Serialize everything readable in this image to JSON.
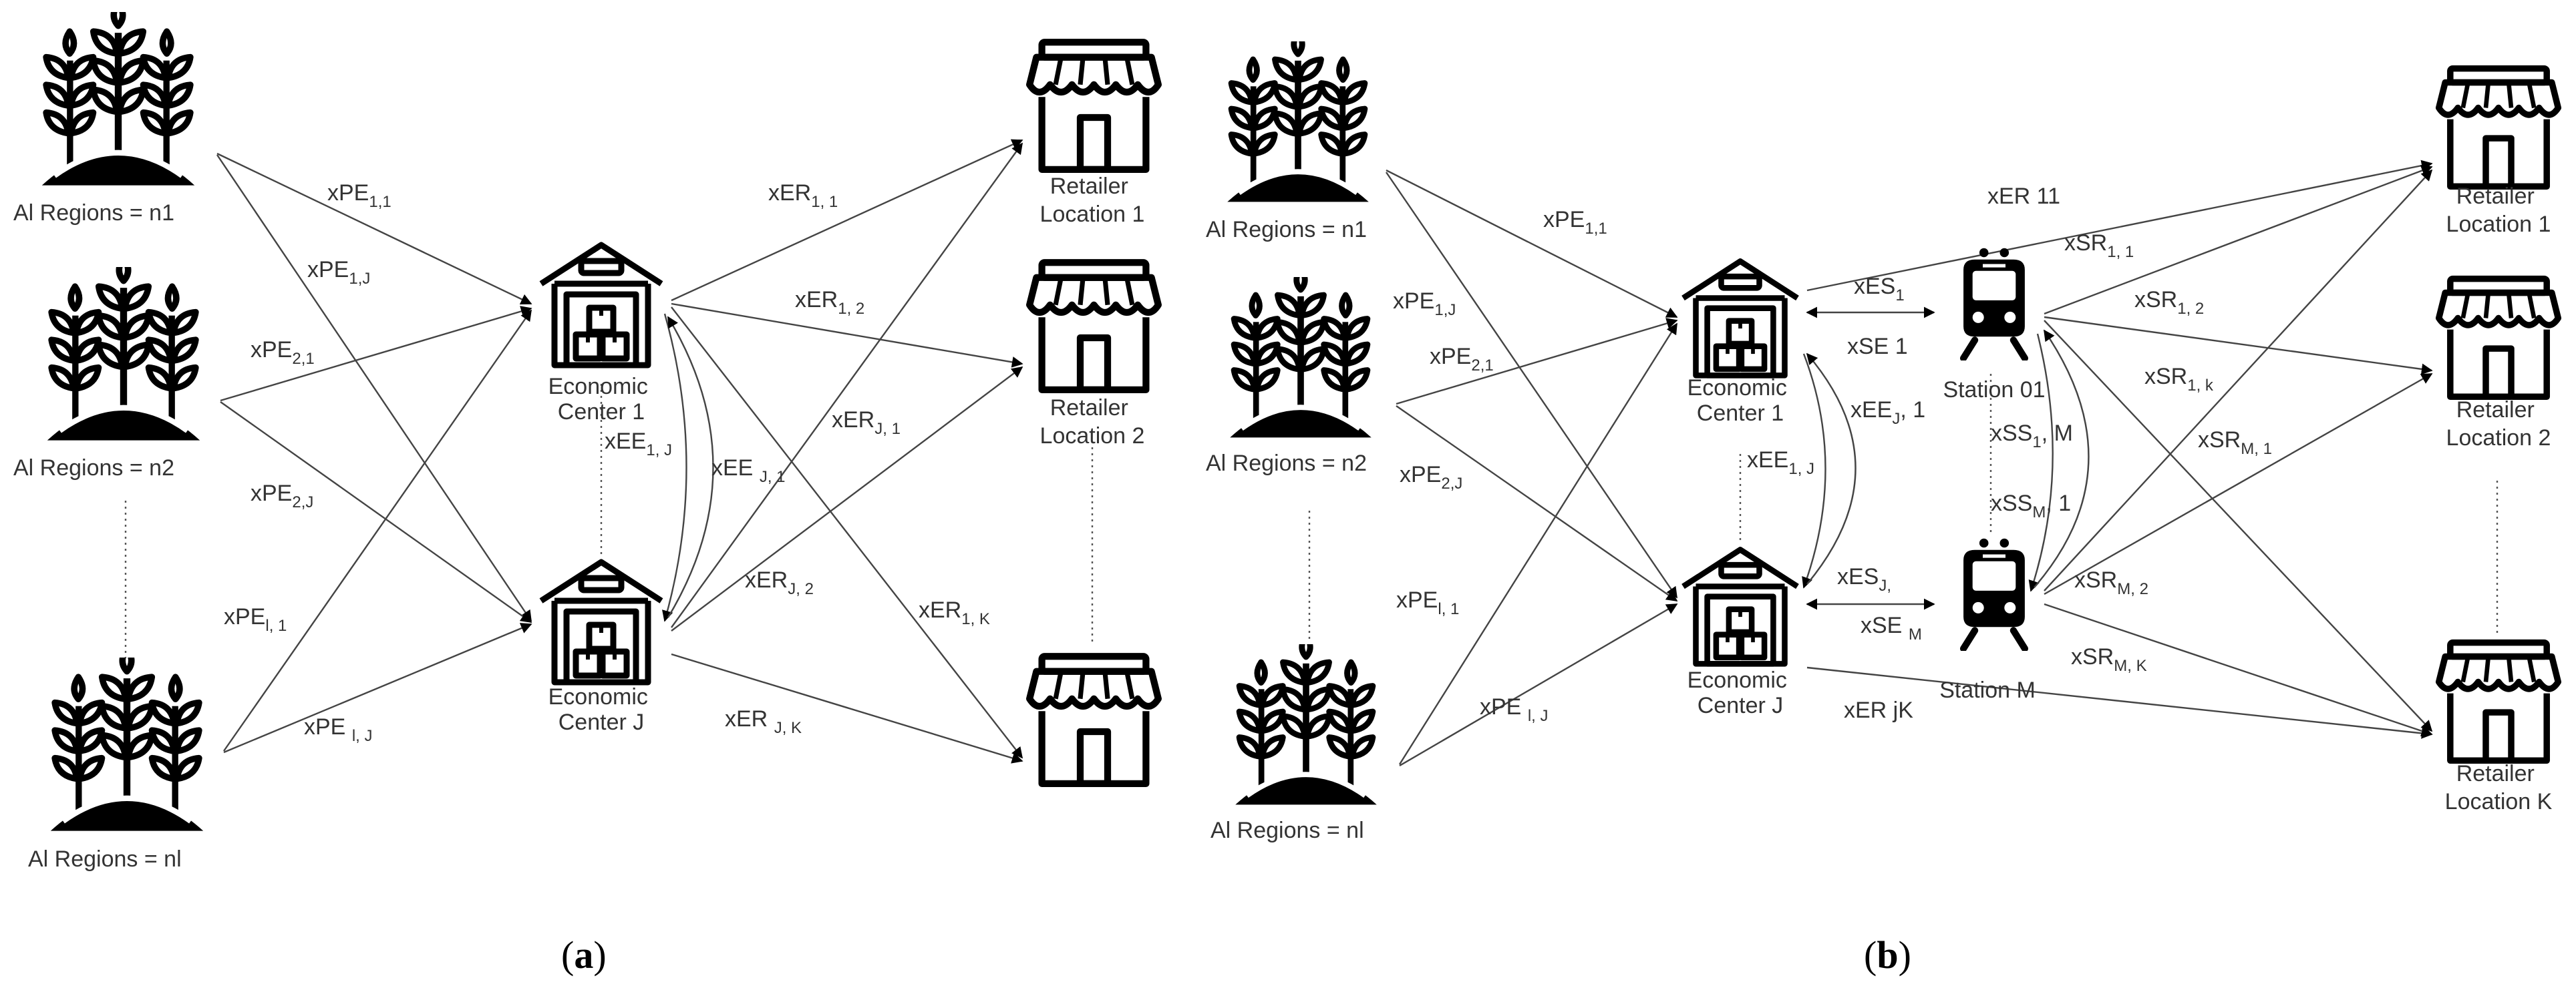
{
  "panel_a": {
    "nodes": {
      "region_1": "Al Regions = n1",
      "region_2": "Al Regions = n2",
      "region_l": "Al Regions = nl",
      "econ_1": [
        "Economic",
        "Center 1"
      ],
      "econ_j": [
        "Economic",
        "Center J"
      ],
      "retail_1": [
        "Retailer",
        "Location 1"
      ],
      "retail_2": [
        "Retailer",
        "Location 2"
      ]
    },
    "edges": [
      {
        "id": "pe11",
        "main": "xPE",
        "sub": "1,1",
        "rest": ""
      },
      {
        "id": "pe1j",
        "main": "xPE",
        "sub": "1,J",
        "rest": ""
      },
      {
        "id": "pe21",
        "main": "xPE",
        "sub": "2,1",
        "rest": ""
      },
      {
        "id": "pe2j",
        "main": "xPE",
        "sub": "2,J",
        "rest": ""
      },
      {
        "id": "pel1",
        "main": "xPE",
        "sub": "l, 1",
        "rest": ""
      },
      {
        "id": "pelj",
        "main": "xPE ",
        "sub": "l, J",
        "rest": ""
      },
      {
        "id": "er11",
        "main": "xER",
        "sub": "1, 1",
        "rest": ""
      },
      {
        "id": "er12",
        "main": "xER",
        "sub": "1, 2",
        "rest": ""
      },
      {
        "id": "erj1",
        "main": "xER",
        "sub": "J, 1",
        "rest": ""
      },
      {
        "id": "erj2",
        "main": "xER",
        "sub": "J, 2",
        "rest": ""
      },
      {
        "id": "er1k",
        "main": "xER",
        "sub": "1, K",
        "rest": ""
      },
      {
        "id": "erjk",
        "main": "xER ",
        "sub": "J, K",
        "rest": ""
      },
      {
        "id": "ee1j",
        "main": "xEE",
        "sub": "1, J",
        "rest": ""
      },
      {
        "id": "eej1",
        "main": "xEE ",
        "sub": "J, 1",
        "rest": ""
      }
    ],
    "caption": {
      "open": "(",
      "letter": "a",
      "close": ")"
    }
  },
  "panel_b": {
    "nodes": {
      "region_1": "Al Regions = n1",
      "region_2": "Al Regions = n2",
      "region_l": "Al Regions = nl",
      "econ_1": [
        "Economic",
        "Center 1"
      ],
      "econ_j": [
        "Economic",
        "Center J"
      ],
      "station_1": "Station 01",
      "station_m": "Station M",
      "retail_1": [
        "Retailer",
        "Location 1"
      ],
      "retail_2": [
        "Retailer",
        "Location 2"
      ],
      "retail_k": [
        "Retailer",
        "Location K"
      ]
    },
    "edges": [
      {
        "id": "pe11",
        "main": "xPE",
        "sub": "1,1",
        "rest": ""
      },
      {
        "id": "pe1j",
        "main": "xPE",
        "sub": "1,J",
        "rest": ""
      },
      {
        "id": "pe21",
        "main": "xPE",
        "sub": "2,1",
        "rest": ""
      },
      {
        "id": "pe2j",
        "main": "xPE",
        "sub": "2,J",
        "rest": ""
      },
      {
        "id": "pel1",
        "main": "xPE",
        "sub": "l, 1",
        "rest": ""
      },
      {
        "id": "pelj",
        "main": "xPE ",
        "sub": "l, J",
        "rest": ""
      },
      {
        "id": "er11",
        "main": "xER 11",
        "sub": "",
        "rest": ""
      },
      {
        "id": "erjk",
        "main": "xER jK",
        "sub": "",
        "rest": ""
      },
      {
        "id": "es1",
        "main": "xES",
        "sub": "1",
        "rest": ""
      },
      {
        "id": "se1",
        "main": "xSE 1",
        "sub": "",
        "rest": ""
      },
      {
        "id": "esj",
        "main": "xES",
        "sub": "J,",
        "rest": ""
      },
      {
        "id": "sem",
        "main": "xSE ",
        "sub": "M",
        "rest": ""
      },
      {
        "id": "ee1j",
        "main": "xEE",
        "sub": "1, J",
        "rest": ""
      },
      {
        "id": "eej1",
        "main": "xEE",
        "sub": "J",
        "rest": ", 1"
      },
      {
        "id": "ss1m",
        "main": "xSS",
        "sub": "1",
        "rest": ", M"
      },
      {
        "id": "ssm1",
        "main": "xSS",
        "sub": "M",
        "rest": ", 1"
      },
      {
        "id": "sr11",
        "main": "xSR",
        "sub": "1, 1",
        "rest": ""
      },
      {
        "id": "sr12",
        "main": "xSR",
        "sub": "1, 2",
        "rest": ""
      },
      {
        "id": "sr1k",
        "main": "xSR",
        "sub": "1, k",
        "rest": ""
      },
      {
        "id": "srm1",
        "main": "xSR",
        "sub": "M, 1",
        "rest": ""
      },
      {
        "id": "srm2",
        "main": "xSR",
        "sub": "M, 2",
        "rest": ""
      },
      {
        "id": "srmk",
        "main": "xSR",
        "sub": "M, K",
        "rest": ""
      }
    ],
    "caption": {
      "open": "(",
      "letter": "b",
      "close": ")"
    }
  }
}
